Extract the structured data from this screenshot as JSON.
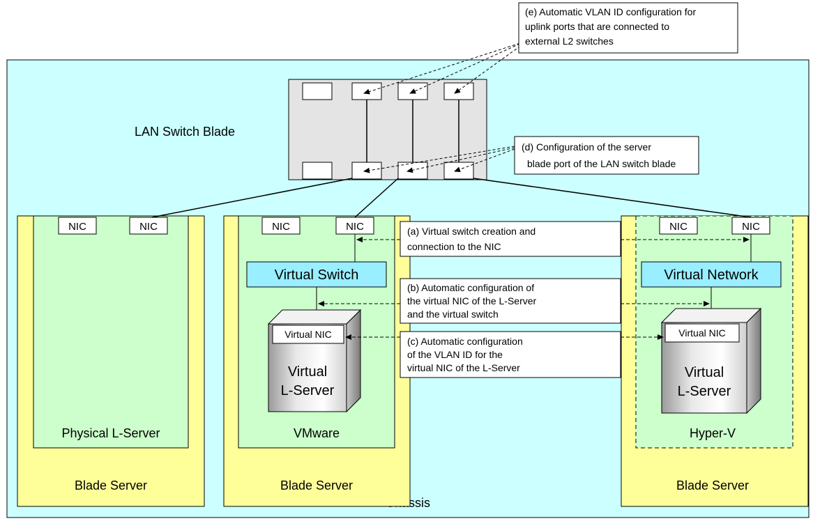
{
  "chassis": {
    "label": "Chassis"
  },
  "lan_switch": {
    "label": "LAN Switch Blade"
  },
  "blades": [
    {
      "label": "Blade Server",
      "inner_label": "Physical L-Server",
      "nic1": "NIC",
      "nic2": "NIC"
    },
    {
      "label": "Blade Server",
      "inner_label": "VMware",
      "nic1": "NIC",
      "nic2": "NIC",
      "switch_label": "Virtual Switch",
      "vnic_label": "Virtual NIC",
      "lserver_line1": "Virtual",
      "lserver_line2": "L-Server"
    },
    {
      "label": "Blade Server",
      "inner_label": "Hyper-V",
      "nic1": "NIC",
      "nic2": "NIC",
      "switch_label": "Virtual Network",
      "vnic_label": "Virtual NIC",
      "lserver_line1": "Virtual",
      "lserver_line2": "L-Server"
    }
  ],
  "notes": {
    "a": [
      "(a) Virtual switch creation and",
      "connection to the NIC"
    ],
    "b": [
      "(b) Automatic configuration of",
      "the virtual NIC of the L-Server",
      "and the virtual switch"
    ],
    "c": [
      "(c) Automatic configuration",
      "of the VLAN ID for the",
      "virtual NIC of the L-Server"
    ],
    "d": [
      "(d) Configuration of the server",
      "blade port of the LAN switch blade"
    ],
    "e": [
      "(e) Automatic VLAN ID configuration for",
      "uplink ports that are connected to",
      "external L2 switches"
    ]
  },
  "colors": {
    "chassis_fill": "#ccffff",
    "blade_fill": "#ffff99",
    "server_fill": "#ccffcc",
    "switch_fill": "#99eeff",
    "lan_fill": "#e4e4e4"
  }
}
